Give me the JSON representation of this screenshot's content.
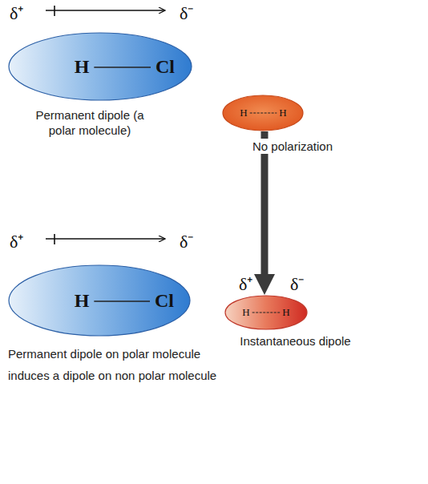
{
  "diagram": {
    "nodes": [
      {
        "text": [
          "H",
          "Cl"
        ]
      },
      {
        "text": [
          "H",
          "H"
        ]
      },
      {
        "text": [
          "H",
          "Cl"
        ]
      },
      {
        "text": [
          "H",
          "H"
        ]
      }
    ],
    "edges": [
      {
        "from": 1,
        "to": 3,
        "arrow": "to"
      }
    ],
    "labels": [
      "δ⁺",
      "δ⁻",
      "Permanent dipole (a polar molecule)",
      "No polarization",
      "δ⁺",
      "δ⁻",
      "Permanent dipole on polar molecule induces a dipole on non polar molecule",
      "δ⁺",
      "δ⁻",
      "Instantaneous dipole"
    ]
  }
}
